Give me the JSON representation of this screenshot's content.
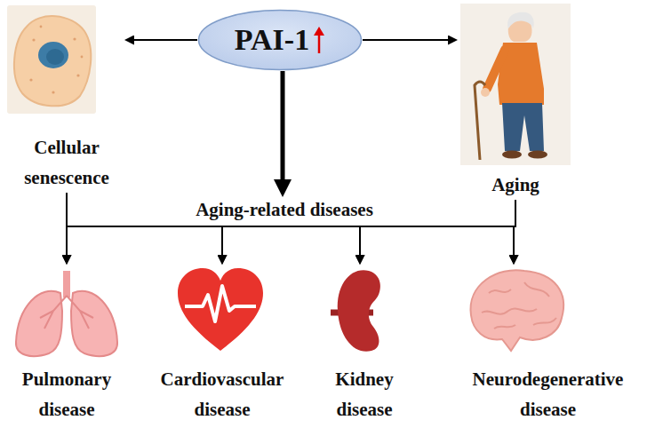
{
  "diagram": {
    "nodes": [
      {
        "text": [
          "PAI-1"
        ]
      },
      {
        "text": [
          "Cellular senescence"
        ]
      },
      {
        "text": [
          "Aging"
        ]
      },
      {
        "text": [
          "Aging-related diseases"
        ]
      },
      {
        "text": [
          "Pulmonary disease"
        ]
      },
      {
        "text": [
          "Cardiovascular disease"
        ]
      },
      {
        "text": [
          "Kidney disease"
        ]
      },
      {
        "text": [
          "Neurodegenerative disease"
        ]
      }
    ],
    "edges": [
      {
        "from": 0,
        "to": 1,
        "arrow": "to"
      },
      {
        "from": 0,
        "to": 2,
        "arrow": "to"
      },
      {
        "from": 0,
        "to": 3,
        "arrow": "to"
      },
      {
        "from": 1,
        "to": 4,
        "arrow": "to"
      },
      {
        "from": 1,
        "to": 5,
        "arrow": "to"
      },
      {
        "from": 1,
        "to": 6,
        "arrow": "to"
      },
      {
        "from": 1,
        "to": 7,
        "arrow": "to"
      },
      {
        "from": 2,
        "to": 4,
        "arrow": "to"
      },
      {
        "from": 2,
        "to": 5,
        "arrow": "to"
      },
      {
        "from": 2,
        "to": 6,
        "arrow": "to"
      },
      {
        "from": 2,
        "to": 7,
        "arrow": "to"
      }
    ]
  }
}
